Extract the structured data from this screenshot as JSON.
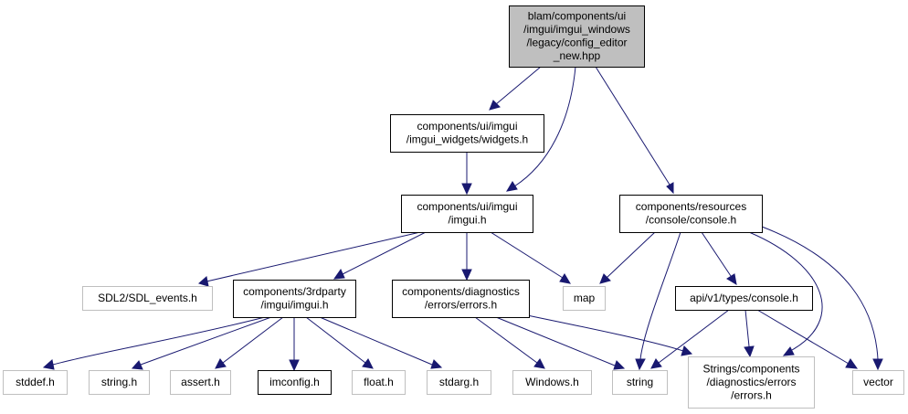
{
  "colors": {
    "edge": "#191970",
    "root_fill": "#bfbfbf",
    "root_border": "#000000",
    "documented_border": "#000000",
    "external_border": "#bfbfbf",
    "box_fill": "#ffffff"
  },
  "nodes": [
    {
      "id": "root",
      "kind": "root",
      "lines": [
        "blam/components/ui",
        "/imgui/imgui_windows",
        "/legacy/config_editor",
        "_new.hpp"
      ]
    },
    {
      "id": "widgets",
      "kind": "documented",
      "lines": [
        "components/ui/imgui",
        "/imgui_widgets/widgets.h"
      ]
    },
    {
      "id": "imgui_h",
      "kind": "documented",
      "lines": [
        "components/ui/imgui",
        "/imgui.h"
      ]
    },
    {
      "id": "console_h",
      "kind": "documented",
      "lines": [
        "components/resources",
        "/console/console.h"
      ]
    },
    {
      "id": "sdl_events",
      "kind": "external",
      "lines": [
        "SDL2/SDL_events.h"
      ]
    },
    {
      "id": "thirdparty_imgui",
      "kind": "documented",
      "lines": [
        "components/3rdparty",
        "/imgui/imgui.h"
      ]
    },
    {
      "id": "diag_errors",
      "kind": "documented",
      "lines": [
        "components/diagnostics",
        "/errors/errors.h"
      ]
    },
    {
      "id": "map",
      "kind": "external",
      "lines": [
        "map"
      ]
    },
    {
      "id": "api_console",
      "kind": "documented",
      "lines": [
        "api/v1/types/console.h"
      ]
    },
    {
      "id": "stddef",
      "kind": "external",
      "lines": [
        "stddef.h"
      ]
    },
    {
      "id": "string_h",
      "kind": "external",
      "lines": [
        "string.h"
      ]
    },
    {
      "id": "assert_h",
      "kind": "external",
      "lines": [
        "assert.h"
      ]
    },
    {
      "id": "imconfig",
      "kind": "documented",
      "lines": [
        "imconfig.h"
      ]
    },
    {
      "id": "float_h",
      "kind": "external",
      "lines": [
        "float.h"
      ]
    },
    {
      "id": "stdarg_h",
      "kind": "external",
      "lines": [
        "stdarg.h"
      ]
    },
    {
      "id": "windows_h",
      "kind": "external",
      "lines": [
        "Windows.h"
      ]
    },
    {
      "id": "string",
      "kind": "external",
      "lines": [
        "string"
      ]
    },
    {
      "id": "strings_errors",
      "kind": "external",
      "lines": [
        "Strings/components",
        "/diagnostics/errors",
        "/errors.h"
      ]
    },
    {
      "id": "vector",
      "kind": "external",
      "lines": [
        "vector"
      ]
    }
  ],
  "edges": [
    {
      "from": "root",
      "to": "widgets"
    },
    {
      "from": "root",
      "to": "imgui_h"
    },
    {
      "from": "root",
      "to": "console_h"
    },
    {
      "from": "widgets",
      "to": "imgui_h"
    },
    {
      "from": "imgui_h",
      "to": "sdl_events"
    },
    {
      "from": "imgui_h",
      "to": "thirdparty_imgui"
    },
    {
      "from": "imgui_h",
      "to": "diag_errors"
    },
    {
      "from": "imgui_h",
      "to": "map"
    },
    {
      "from": "console_h",
      "to": "map"
    },
    {
      "from": "console_h",
      "to": "string"
    },
    {
      "from": "console_h",
      "to": "api_console"
    },
    {
      "from": "console_h",
      "to": "strings_errors"
    },
    {
      "from": "console_h",
      "to": "vector"
    },
    {
      "from": "thirdparty_imgui",
      "to": "stddef"
    },
    {
      "from": "thirdparty_imgui",
      "to": "string_h"
    },
    {
      "from": "thirdparty_imgui",
      "to": "assert_h"
    },
    {
      "from": "thirdparty_imgui",
      "to": "imconfig"
    },
    {
      "from": "thirdparty_imgui",
      "to": "float_h"
    },
    {
      "from": "thirdparty_imgui",
      "to": "stdarg_h"
    },
    {
      "from": "diag_errors",
      "to": "windows_h"
    },
    {
      "from": "diag_errors",
      "to": "string"
    },
    {
      "from": "diag_errors",
      "to": "strings_errors"
    },
    {
      "from": "api_console",
      "to": "string"
    },
    {
      "from": "api_console",
      "to": "strings_errors"
    },
    {
      "from": "api_console",
      "to": "vector"
    }
  ]
}
